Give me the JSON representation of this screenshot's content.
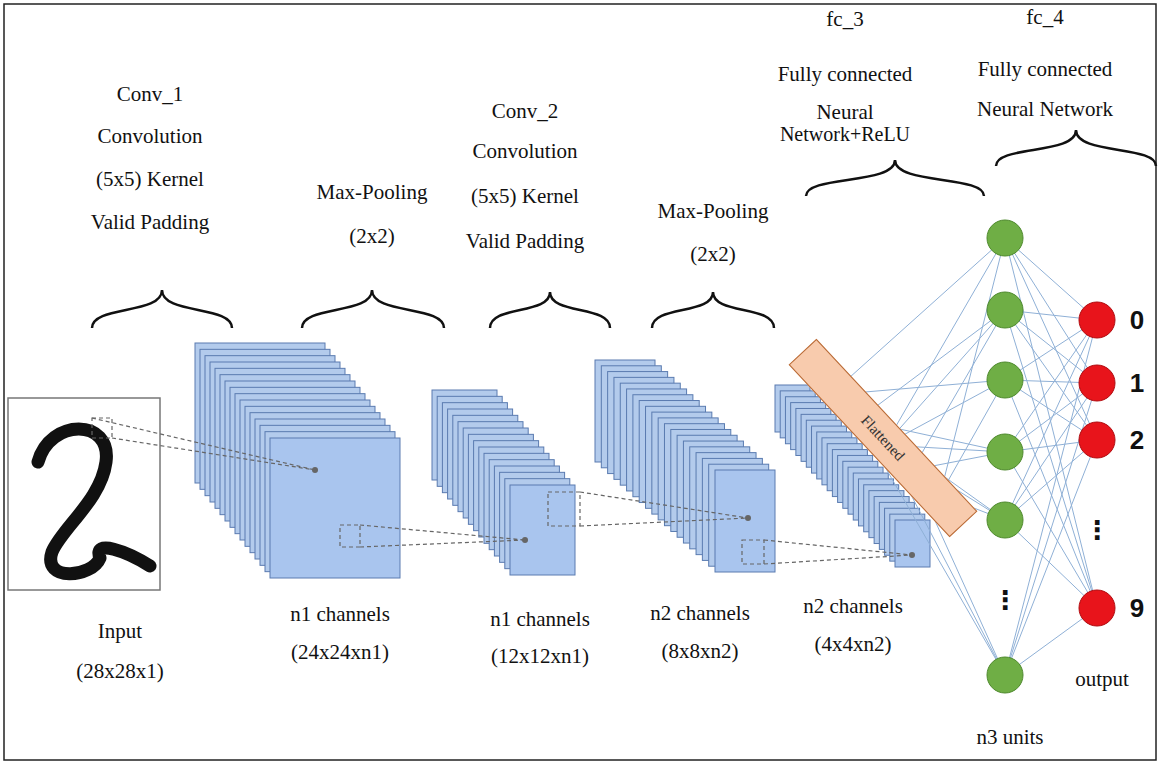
{
  "diagram": {
    "nodes": [
      {
        "text": [
          "Flattened"
        ]
      }
    ],
    "labels": [
      "Conv_1",
      "Convolution",
      "(5x5) Kernel",
      "Valid Padding",
      "Max-Pooling",
      "(2x2)",
      "Conv_2",
      "Convolution",
      "(5x5) Kernel",
      "Valid Padding",
      "Max-Pooling",
      "(2x2)",
      "fc_3",
      "Fully connected",
      "Neural",
      "Network+ReLU",
      "fc_4",
      "Fully connected",
      "Neural Network",
      "Input",
      "(28x28x1)",
      "n1 channels",
      "(24x24xn1)",
      "n1 channels",
      "(12x12xn1)",
      "n2 channels",
      "(8x8xn2)",
      "n2 channels",
      "(4x4xn2)",
      "n3 units",
      "output",
      "0",
      "1",
      "2",
      "⋮",
      "9",
      "⋮"
    ]
  }
}
